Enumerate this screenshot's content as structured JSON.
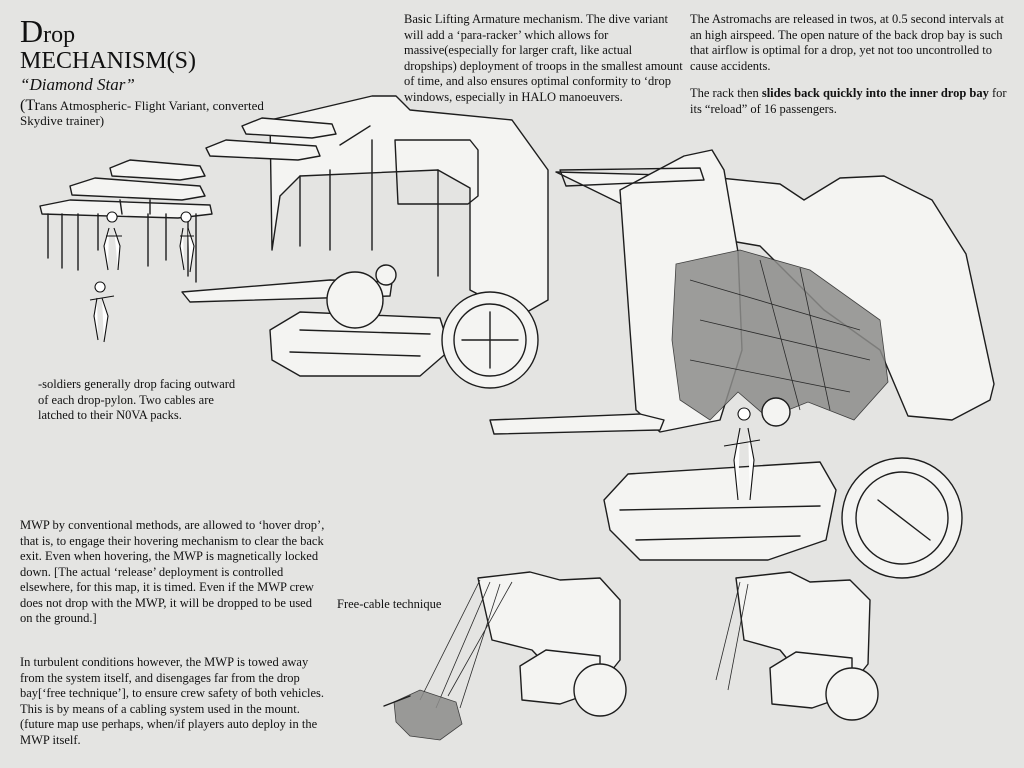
{
  "title": {
    "line1_initial": "D",
    "line1_rest": "rop",
    "line2": "MECHANISM(S)",
    "codename": "“Diamond Star”",
    "variant_paren": "(",
    "variant_big": "Tr",
    "variant_rest": "ans Atmospheric- Flight Variant, converted Skydive trainer)"
  },
  "notes": {
    "lifting_armature": "Basic Lifting Armature mechanism. The dive variant will add a ‘para-racker’ which allows for massive(especially for larger craft, like actual dropships) deployment of troops in the smallest amount of time, and also ensures optimal conformity to ‘drop windows, especially in HALO manoeuvers.",
    "astromachs": "The Astromachs are released in twos, at 0.5 second intervals at an high airspeed. The open nature of the back drop bay is such that airflow is optimal for a drop, yet not too uncontrolled to cause accidents.",
    "rack_prefix": "The rack then ",
    "rack_bold": "slides back quickly into the inner drop bay",
    "rack_suffix": " for its “reload” of 16 passengers.",
    "soldiers": "-soldiers generally drop facing outward of each drop-pylon. Two cables are latched to their N0VA packs.",
    "mwp_conventional": "MWP by conventional methods, are allowed to ‘hover drop’, that is, to engage their hovering mechanism to clear the back exit. Even when hovering, the MWP is magnetically locked down. [The actual ‘release’ deployment is controlled elsewhere, for this map, it is timed. Even if the MWP crew does not drop with the MWP, it will be dropped to be used on the ground.]",
    "turbulent": "In turbulent conditions however, the MWP is towed away from the system itself, and disengages far from the drop bay[‘free technique’], to ensure crew safety of both vehicles. This is by means of a cabling system used in the mount. (future map use perhaps, when/if players auto deploy in the MWP itself.",
    "free_cable": "Free-cable technique"
  },
  "colors": {
    "paper": "#e4e4e2",
    "ink": "#1d1d1d"
  }
}
